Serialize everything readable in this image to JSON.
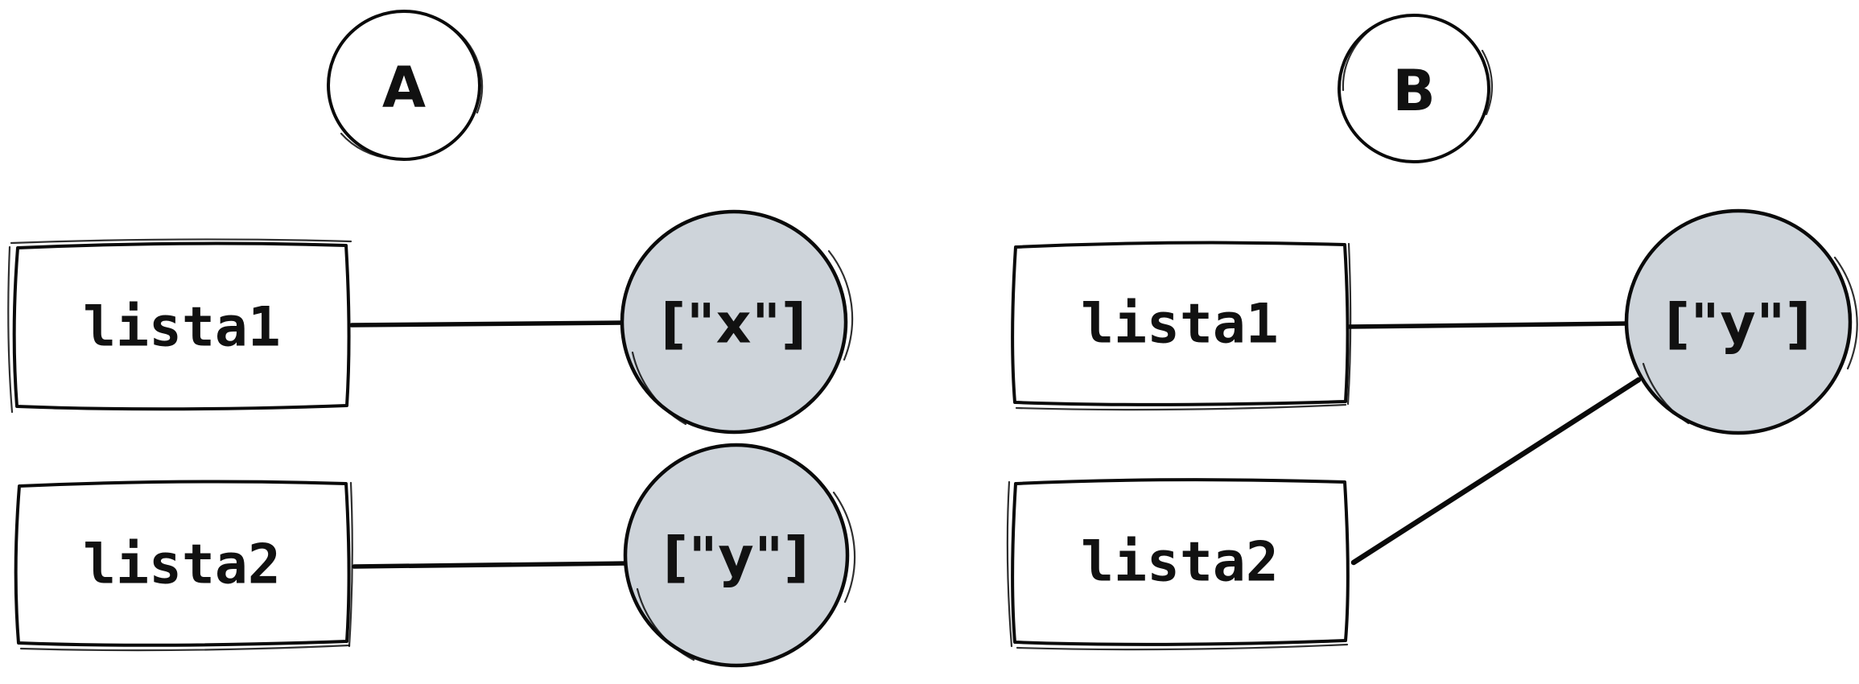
{
  "diagram": {
    "background_color": "#ffffff",
    "stroke_color": "#0a0a0a",
    "node_fill_color": "#ced4da",
    "text_color": "#111111",
    "panels": [
      {
        "label": "A",
        "boxes": [
          {
            "label": "lista1"
          },
          {
            "label": "lista2"
          }
        ],
        "nodes": [
          {
            "label": "[\"x\"]"
          },
          {
            "label": "[\"y\"]"
          }
        ],
        "edges": [
          {
            "from": "lista1",
            "to": "[\"x\"]"
          },
          {
            "from": "lista2",
            "to": "[\"y\"]"
          }
        ]
      },
      {
        "label": "B",
        "boxes": [
          {
            "label": "lista1"
          },
          {
            "label": "lista2"
          }
        ],
        "nodes": [
          {
            "label": "[\"y\"]"
          }
        ],
        "edges": [
          {
            "from": "lista1",
            "to": "[\"y\"]"
          },
          {
            "from": "lista2",
            "to": "[\"y\"]"
          }
        ]
      }
    ]
  }
}
